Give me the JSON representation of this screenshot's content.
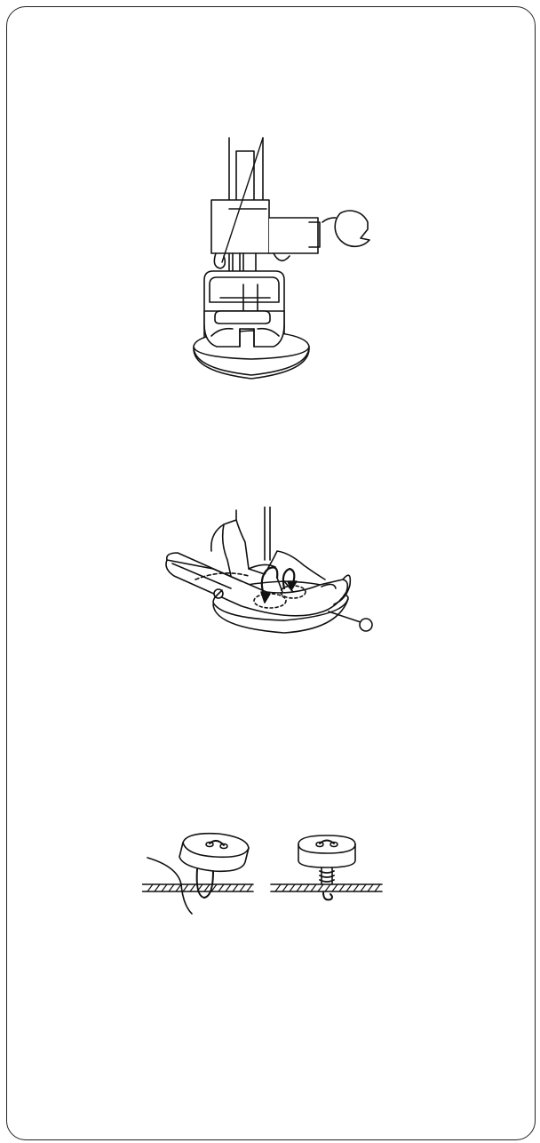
{
  "page": {
    "type": "sewing-machine-manual-illustrations",
    "background": "#ffffff",
    "line_color": "#111111"
  },
  "figures": [
    {
      "id": "presser-foot-front",
      "icon": "presser-foot-with-button-icon"
    },
    {
      "id": "button-sewing-foot",
      "icon": "button-foot-stitching-icon"
    },
    {
      "id": "button-shank",
      "icon": "button-thread-shank-icon"
    }
  ]
}
